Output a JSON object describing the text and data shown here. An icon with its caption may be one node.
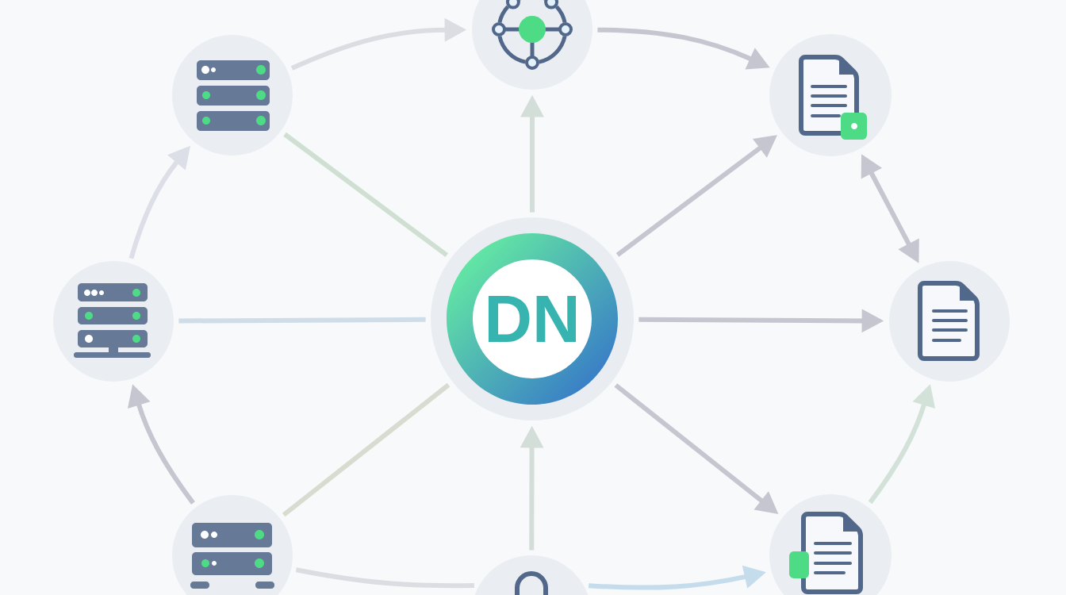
{
  "diagram": {
    "nodes": [
      {
        "text": [],
        "shape": "circle"
      },
      {
        "text": [],
        "shape": "circle"
      },
      {
        "text": [],
        "shape": "circle"
      },
      {
        "text": [],
        "shape": "circle"
      },
      {
        "text": [
          "DN"
        ]
      },
      {
        "text": [],
        "shape": "circle"
      },
      {
        "text": [],
        "shape": "circle"
      },
      {
        "text": [],
        "shape": "circle"
      },
      {
        "text": [],
        "shape": "circle"
      }
    ],
    "edges": [
      {
        "from": 1,
        "to": 0,
        "arrow": "to",
        "color": "#dcdde3"
      },
      {
        "from": 0,
        "to": 2,
        "arrow": "to"
      },
      {
        "from": 4,
        "to": 0,
        "arrow": "to",
        "color": "#d3ded8"
      },
      {
        "from": 4,
        "to": 1,
        "arrow": "none",
        "color": "#cfe0d3"
      },
      {
        "from": 4,
        "to": 2,
        "arrow": "to"
      },
      {
        "from": 2,
        "to": 5,
        "arrow": "both"
      },
      {
        "from": 3,
        "to": 1,
        "arrow": "to",
        "color": "#dcdfe7"
      },
      {
        "from": 4,
        "to": 3,
        "arrow": "none",
        "color": "#cfdde8"
      },
      {
        "from": 4,
        "to": 5,
        "arrow": "to"
      },
      {
        "from": 6,
        "to": 3,
        "arrow": "to"
      },
      {
        "from": 4,
        "to": 6,
        "arrow": "none",
        "color": "#d6dccf"
      },
      {
        "from": 4,
        "to": 7,
        "arrow": "to"
      },
      {
        "from": 7,
        "to": 5,
        "arrow": "to",
        "color": "#d3e2d8"
      },
      {
        "from": 8,
        "to": 4,
        "arrow": "to",
        "color": "#d3ded8"
      },
      {
        "from": 6,
        "to": 8,
        "arrow": "none",
        "color": "#dcdde3"
      },
      {
        "from": 8,
        "to": 7,
        "arrow": "to",
        "color": "#c4dcec"
      }
    ]
  }
}
